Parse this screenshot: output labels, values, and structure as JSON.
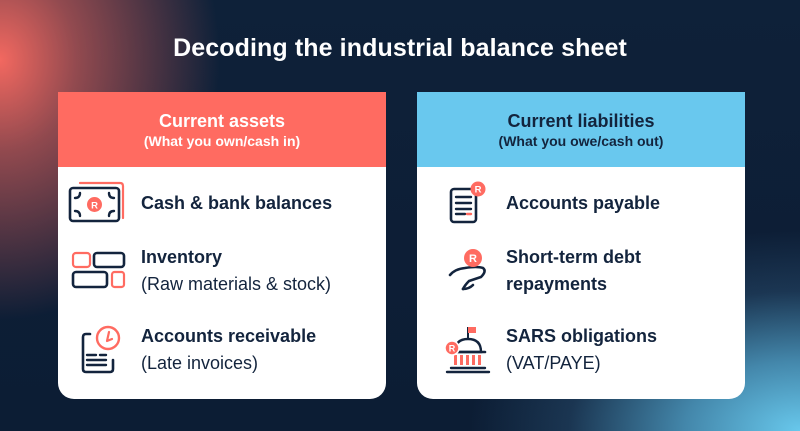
{
  "title": "Decoding the industrial balance sheet",
  "colors": {
    "assets_accent": "#ff6b61",
    "liabilities_accent": "#69c8ee",
    "text_dark": "#13243d",
    "background": "#0f2038"
  },
  "assets": {
    "header": {
      "title": "Current assets",
      "subtitle": "(What you own/cash in)"
    },
    "items": [
      {
        "icon": "cash-note-icon",
        "title": "Cash & bank balances",
        "subtitle": ""
      },
      {
        "icon": "inventory-blocks-icon",
        "title": "Inventory",
        "subtitle": "(Raw materials & stock)"
      },
      {
        "icon": "invoice-clock-icon",
        "title": "Accounts receivable",
        "subtitle": "(Late invoices)"
      }
    ]
  },
  "liabilities": {
    "header": {
      "title": "Current liabilities",
      "subtitle": "(What you owe/cash out)"
    },
    "items": [
      {
        "icon": "bill-rand-icon",
        "title": "Accounts payable",
        "subtitle": ""
      },
      {
        "icon": "hand-coin-icon",
        "title": "Short-term debt",
        "subtitle": "repayments"
      },
      {
        "icon": "government-building-icon",
        "title": "SARS obligations",
        "subtitle": "(VAT/PAYE)"
      }
    ]
  },
  "currency_symbol": "R"
}
